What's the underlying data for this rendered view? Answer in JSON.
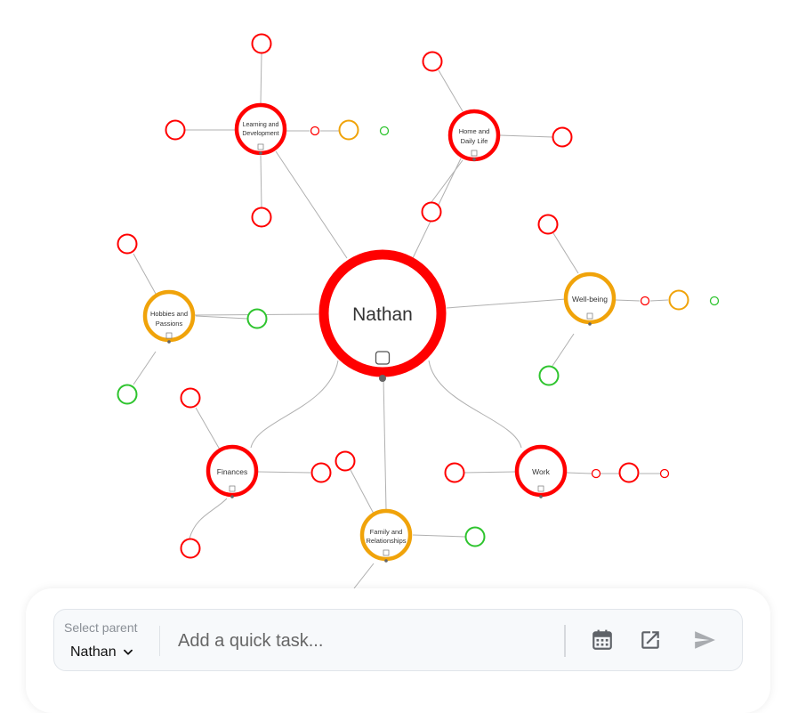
{
  "mindmap": {
    "root": {
      "label": "Nathan"
    },
    "branches": [
      {
        "label_lines": [
          "Learning and",
          "Development"
        ]
      },
      {
        "label_lines": [
          "Home and",
          "Daily Life"
        ]
      },
      {
        "label_lines": [
          "Hobbies and",
          "Passions"
        ]
      },
      {
        "label_lines": [
          "Well-being"
        ]
      },
      {
        "label_lines": [
          "Finances"
        ]
      },
      {
        "label_lines": [
          "Work"
        ]
      },
      {
        "label_lines": [
          "Family and",
          "Relationships"
        ]
      }
    ]
  },
  "quick_add": {
    "parent_label": "Select parent",
    "parent_value": "Nathan",
    "placeholder": "Add a quick task..."
  },
  "icons": {
    "dropdown": "chevron-down-icon",
    "calendar": "calendar-icon",
    "open": "open-in-new-icon",
    "send": "send-icon"
  },
  "colors": {
    "status_red": "#ff0000",
    "status_orange": "#f0a30a",
    "status_green": "#2ec42e",
    "edge": "#b0b0b0"
  }
}
